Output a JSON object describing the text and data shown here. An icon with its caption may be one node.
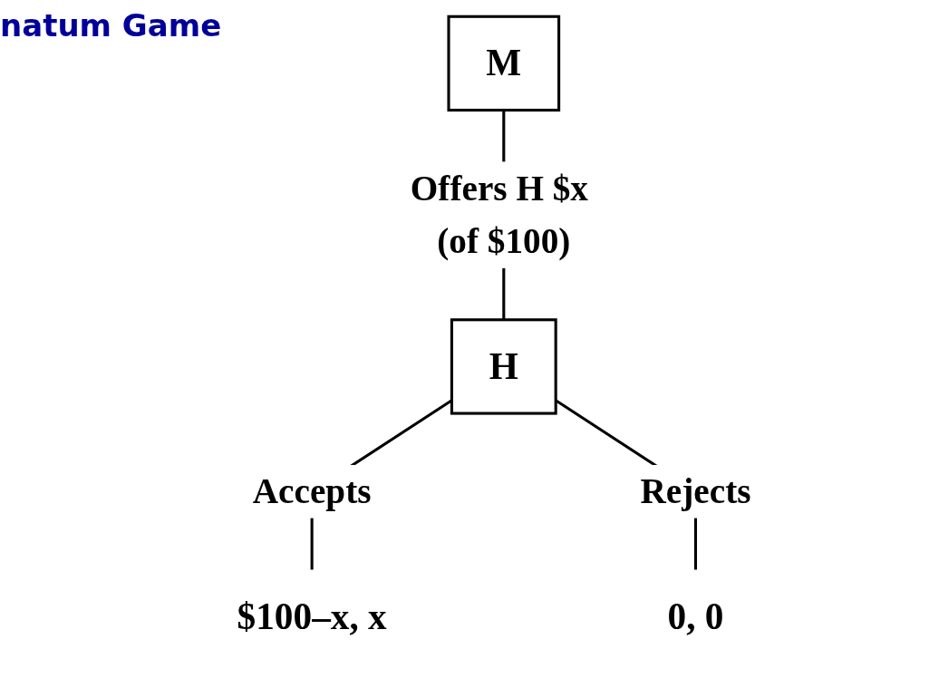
{
  "diagram": {
    "title": "natum Game",
    "nodes": [
      {
        "text": [
          "M"
        ]
      },
      {
        "text": [
          "H"
        ]
      },
      {
        "text": [
          "$100–x, x"
        ]
      },
      {
        "text": [
          "0, 0"
        ]
      }
    ],
    "edges": [
      {
        "from": 0,
        "to": 1,
        "arrow": "none",
        "label": "Offers H $x (of $100)"
      },
      {
        "from": 1,
        "to": 2,
        "arrow": "none",
        "label": "Accepts"
      },
      {
        "from": 1,
        "to": 3,
        "arrow": "none",
        "label": "Rejects"
      }
    ]
  }
}
